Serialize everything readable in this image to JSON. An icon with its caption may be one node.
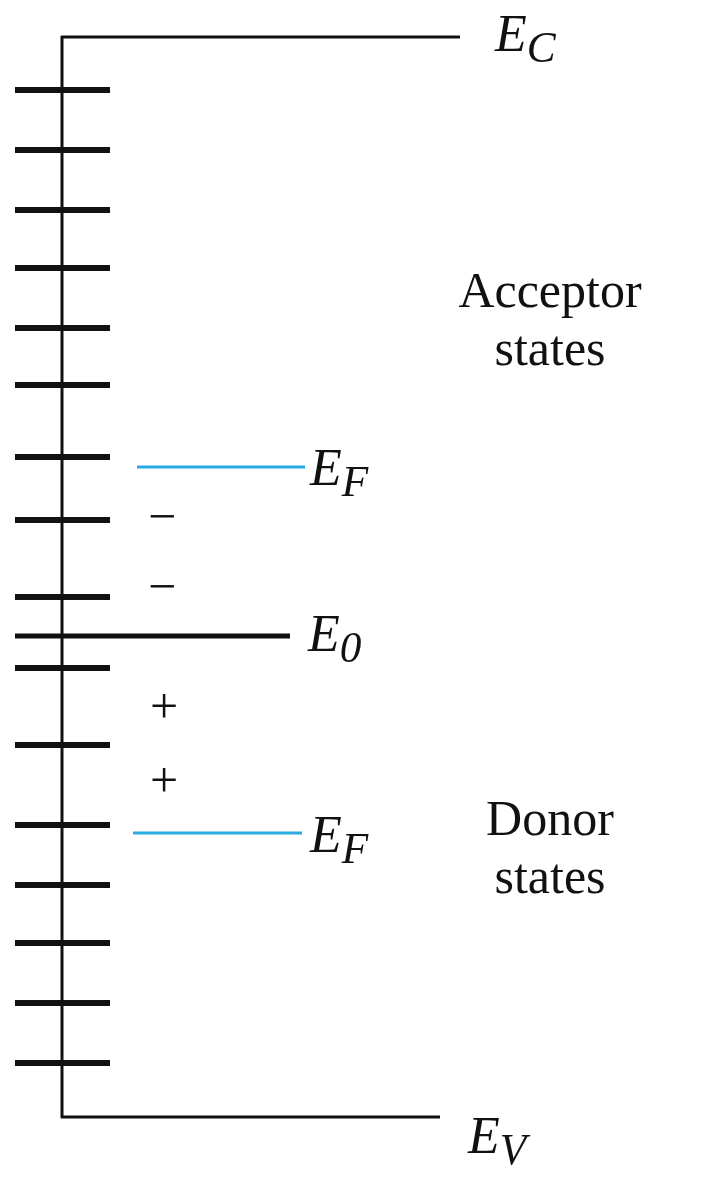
{
  "diagram": {
    "labels": [
      "E$_{C}$",
      "Acceptor states",
      "E$_{F}$",
      "−",
      "−",
      "E$_{0}$",
      "+",
      "+",
      "E$_{F}$",
      "Donor states",
      "E$_{V}$"
    ]
  }
}
